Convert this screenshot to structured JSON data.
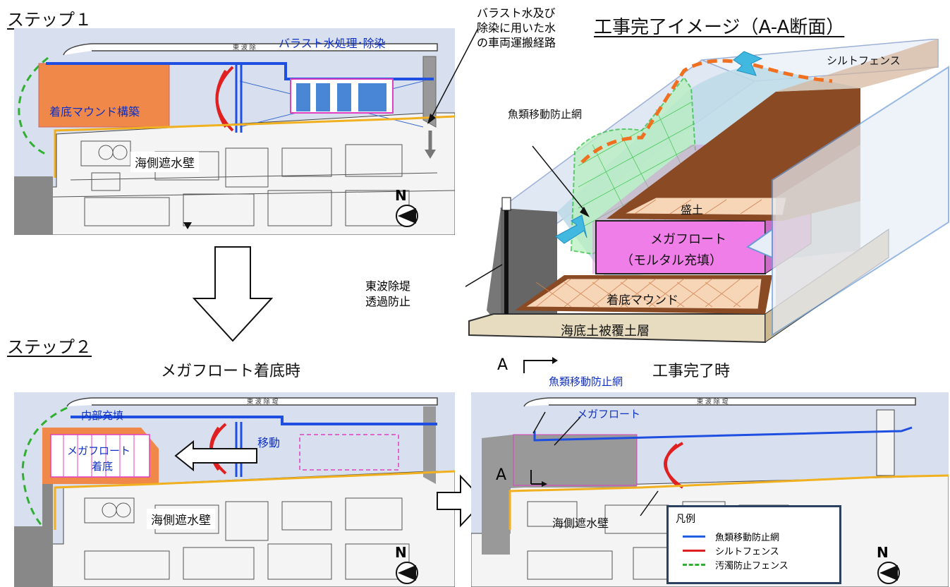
{
  "step1": {
    "heading": "ステップ１",
    "top_road_label": "東 波 除",
    "ballast_label": "バラスト水処理･除染",
    "mound_label": "着底マウンド構築",
    "wall_label": "海側遮水壁",
    "callout_label": "バラスト水及び\n除染に用いた水\nの車両運搬経路",
    "north": "N"
  },
  "section": {
    "title": "工事完了イメージ（A-A断面）",
    "silt_fence": "シルトフェンス",
    "fish_net": "魚類移動防止網",
    "fill": "盛土",
    "megafloat": "メガフロート",
    "megafloat_sub": "（モルタル充填）",
    "mound": "着底マウンド",
    "seabed_layer": "海底土被覆土層",
    "breakwater": "東波除堤\n透過防止",
    "section_marker": "A"
  },
  "step2": {
    "heading": "ステップ２",
    "title": "メガフロート着底時",
    "road_label": "東 波 除 堤",
    "inner_fill": "内部充填",
    "megafloat_landing_1": "メガフロート",
    "megafloat_landing_2": "着底",
    "move": "移動",
    "wall_label": "海側遮水壁",
    "north": "N"
  },
  "complete": {
    "title": "工事完了時",
    "road_label": "東 波 除 堤",
    "fish_net": "魚類移動防止網",
    "megafloat": "メガフロート",
    "section_marker": "A",
    "wall_label": "海側遮水壁",
    "north": "N"
  },
  "legend": {
    "title": "凡例",
    "items": [
      {
        "label": "魚類移動防止網",
        "color": "#2060e0",
        "style": "solid"
      },
      {
        "label": "シルトフェンス",
        "color": "#e02020",
        "style": "solid"
      },
      {
        "label": "汚濁防止フェンス",
        "color": "#30b030",
        "style": "dashed"
      }
    ]
  },
  "colors": {
    "sea": "#d8e0ef",
    "mound": "#f0884a",
    "fish_net": "#1f4fe0",
    "silt_fence": "#e02020",
    "turbidity_fence": "#30b030",
    "water_wall": "#f0b020",
    "megafloat_pink": "#f07ee8",
    "fill_brown": "#8a4a24"
  }
}
